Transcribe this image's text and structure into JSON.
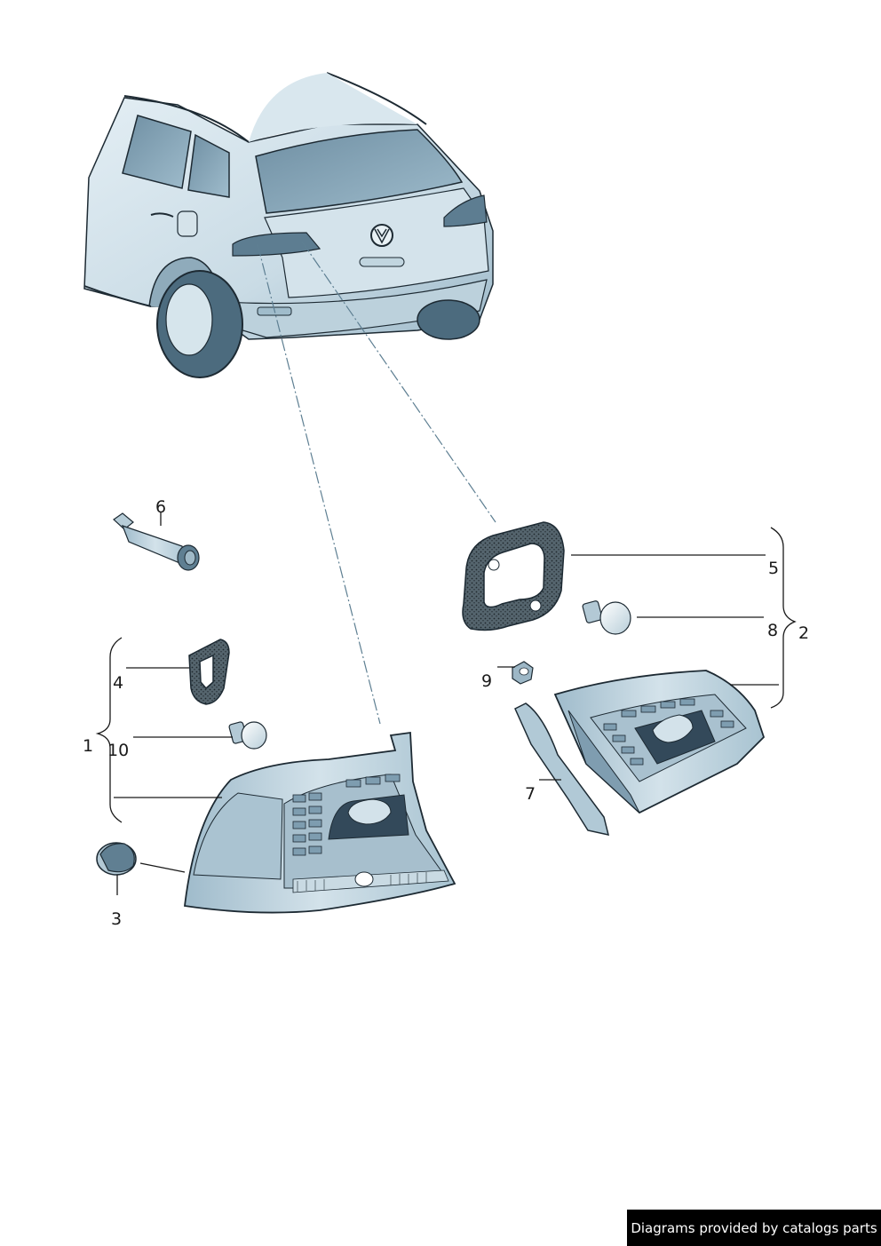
{
  "callouts": {
    "c1": "1",
    "c2": "2",
    "c3": "3",
    "c4": "4",
    "c5": "5",
    "c6": "6",
    "c7": "7",
    "c8": "8",
    "c9": "9",
    "c10": "10"
  },
  "credit": "Diagrams provided by catalogs parts",
  "colors": {
    "body": "#c9dbe5",
    "shade": "#8fb0c2",
    "dark": "#4f6f82",
    "glass": "#7f9fb2",
    "lamp": "#c3d6e0",
    "gasket": "#3b4a53"
  }
}
